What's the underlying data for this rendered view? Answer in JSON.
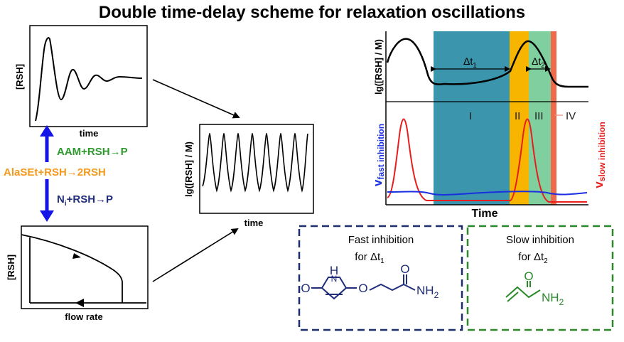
{
  "title": "Double time-delay scheme for relaxation oscillations",
  "top_left_plot": {
    "ylabel": "[RSH]",
    "xlabel": "time"
  },
  "bottom_left_plot": {
    "ylabel": "[RSH]",
    "xlabel": "flow rate"
  },
  "middle_plot": {
    "ylabel": "lg([RSH] / M)",
    "xlabel": "time"
  },
  "reactions": {
    "aam": "AAM+RSH→P",
    "alaset": "AlaSEt+RSH→2RSH",
    "ni_prefix": "N",
    "ni_sub": "i",
    "ni_suffix": "+RSH→P"
  },
  "right_plot": {
    "ylabel_top": "lg([RSH] / M)",
    "ylabel_left_v": "v",
    "ylabel_left_sub": "fast inhibition",
    "ylabel_right_v": "v",
    "ylabel_right_sub": "slow inhibition",
    "xlabel": "Time",
    "dt1_prefix": "Δt",
    "dt1_sub": "1",
    "dt2_prefix": "Δt",
    "dt2_sub": "2",
    "regions": [
      "I",
      "II",
      "III",
      "IV"
    ]
  },
  "fast_box": {
    "line1": "Fast inhibition",
    "line2_prefix": "for  Δt",
    "line2_sub": "1",
    "atoms": {
      "h": "H",
      "o_top": "O",
      "o_left": "O",
      "n": "N",
      "o_mid": "O",
      "nh2": "NH",
      "two": "2"
    }
  },
  "slow_box": {
    "line1": "Slow inhibition",
    "line2_prefix": "for Δt",
    "line2_sub": "2",
    "atoms": {
      "o": "O",
      "nh2": "NH",
      "two": "2"
    }
  },
  "colors": {
    "green": "#2e9a2e",
    "orange": "#f39a1e",
    "navy": "#1f2d7a",
    "blue": "#1a2fe0",
    "arrow_blue": "#1414e6",
    "red": "#e81e1e",
    "teal": "#3a95ad",
    "yellow": "#f7b500",
    "mint": "#7fcf9f",
    "coral": "#ee6a4a",
    "box_navy": "#1d2e6e",
    "box_green": "#2a8a2a"
  }
}
